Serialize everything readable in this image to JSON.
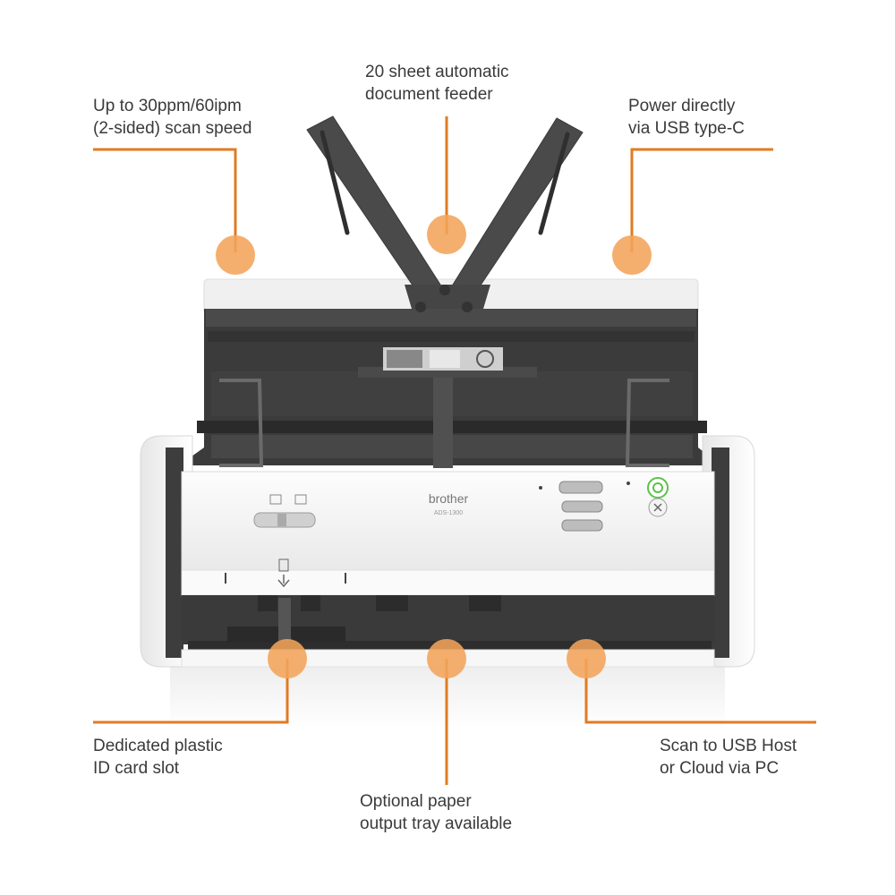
{
  "callouts": {
    "scan_speed": {
      "line1": "Up to 30ppm/60ipm",
      "line2": "(2-sided) scan speed"
    },
    "adf": {
      "line1": "20 sheet automatic",
      "line2": "document feeder"
    },
    "power": {
      "line1": "Power directly",
      "line2": "via USB type-C"
    },
    "id_card": {
      "line1": "Dedicated plastic",
      "line2": "ID card slot"
    },
    "output_tray": {
      "line1": "Optional paper",
      "line2": "output tray available"
    },
    "usb_host": {
      "line1": "Scan to USB Host",
      "line2": "or Cloud via PC"
    }
  },
  "device": {
    "brand": "brother",
    "model": "ADS-1300"
  },
  "colors": {
    "accent": "#e07b22",
    "marker_fill": "#f2a45a",
    "body_white": "#f4f4f4",
    "body_dark": "#3a3a3a",
    "text": "#3a3a3a",
    "power_led": "#5cc24a"
  }
}
